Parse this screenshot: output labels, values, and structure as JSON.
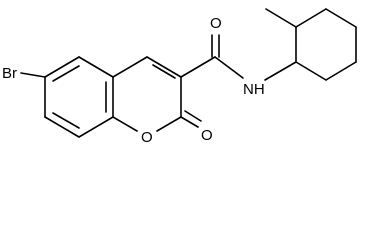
{
  "structure": {
    "atom_labels": {
      "bromine": "Br",
      "amide_oxygen": "O",
      "amide_nitrogen": "NH",
      "ring_oxygen": "O",
      "lactone_carbonyl_oxygen": "O"
    },
    "line_color": "#000000",
    "background_color": "#ffffff"
  }
}
